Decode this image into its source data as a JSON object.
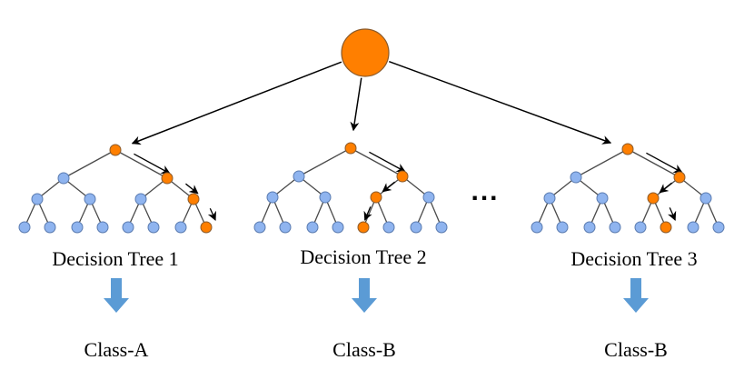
{
  "diagram": {
    "colors": {
      "active_node": "#ff7f00",
      "active_node_stroke": "#8a5a2b",
      "inactive_node": "#8fb4ef",
      "inactive_node_stroke": "#5a7bb0",
      "edge": "#4a4a4a",
      "arrow": "#000000",
      "result_arrow": "#5b9bd5"
    },
    "ellipsis": "...",
    "trees": [
      {
        "title": "Decision Tree 1",
        "result": "Class-A",
        "path": [
          0,
          1,
          1,
          1
        ]
      },
      {
        "title": "Decision Tree 2",
        "result": "Class-B",
        "path": [
          0,
          1,
          0,
          0
        ]
      },
      {
        "title": "Decision Tree 3",
        "result": "Class-B",
        "path": [
          0,
          1,
          0,
          1
        ]
      }
    ]
  }
}
